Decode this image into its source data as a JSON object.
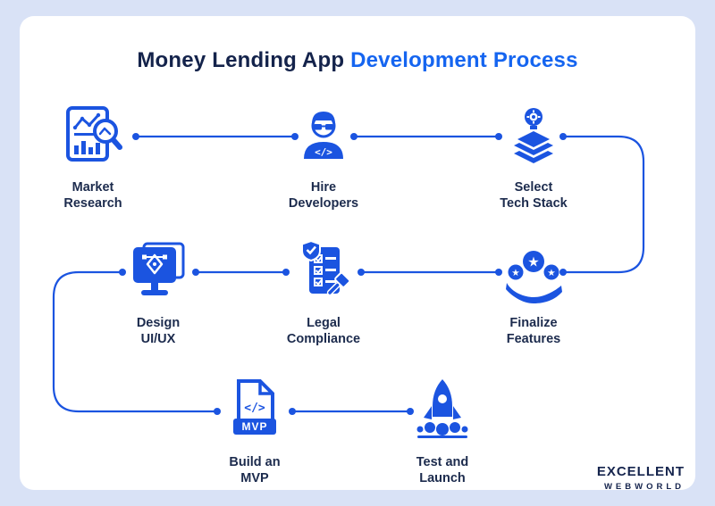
{
  "title": {
    "part1": "Money Lending App ",
    "part2": "Development Process"
  },
  "colors": {
    "background": "#d9e2f6",
    "card": "#ffffff",
    "title_navy": "#14234b",
    "title_blue": "#1565f0",
    "icon_blue": "#1b54e0",
    "label_navy": "#1c2b4d"
  },
  "steps": [
    {
      "id": "market-research",
      "line1": "Market",
      "line2": "Research",
      "icon": "market-research-chart-magnifier-icon"
    },
    {
      "id": "hire-developers",
      "line1": "Hire",
      "line2": "Developers",
      "icon": "developer-person-icon",
      "code_glyph": "</>"
    },
    {
      "id": "select-tech-stack",
      "line1": "Select",
      "line2": "Tech Stack",
      "icon": "tech-stack-layers-bulb-icon"
    },
    {
      "id": "design-ui-ux",
      "line1": "Design",
      "line2": "UI/UX",
      "icon": "monitor-pen-tool-icon"
    },
    {
      "id": "legal-compliance",
      "line1": "Legal",
      "line2": "Compliance",
      "icon": "checklist-shield-gavel-icon"
    },
    {
      "id": "finalize-features",
      "line1": "Finalize",
      "line2": "Features",
      "icon": "hand-stars-icon"
    },
    {
      "id": "build-an-mvp",
      "line1": "Build an",
      "line2": "MVP",
      "icon": "code-file-mvp-icon",
      "badge": "MVP",
      "code_glyph": "</>"
    },
    {
      "id": "test-and-launch",
      "line1": "Test and",
      "line2": "Launch",
      "icon": "rocket-launch-icon"
    }
  ],
  "logo": {
    "line1": "EXCELLENT",
    "line2": "WEBWORLD"
  }
}
